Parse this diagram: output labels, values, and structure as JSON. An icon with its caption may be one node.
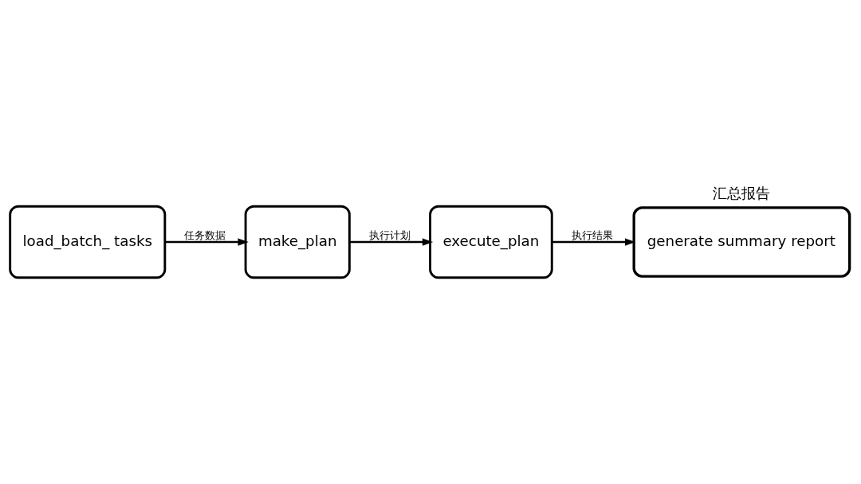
{
  "diagram": {
    "nodes": [
      {
        "text": [
          "load_batch_ tasks"
        ]
      },
      {
        "text": [
          "make_plan"
        ]
      },
      {
        "text": [
          "execute_plan"
        ]
      },
      {
        "text": [
          "汇总报告",
          "generate summary report"
        ]
      }
    ],
    "edges": [
      {
        "from": 0,
        "to": 1,
        "arrow": "to",
        "label": "任务数据"
      },
      {
        "from": 1,
        "to": 2,
        "arrow": "to",
        "label": "执行计划"
      },
      {
        "from": 2,
        "to": 3,
        "arrow": "to",
        "label": "执行结果"
      }
    ]
  }
}
